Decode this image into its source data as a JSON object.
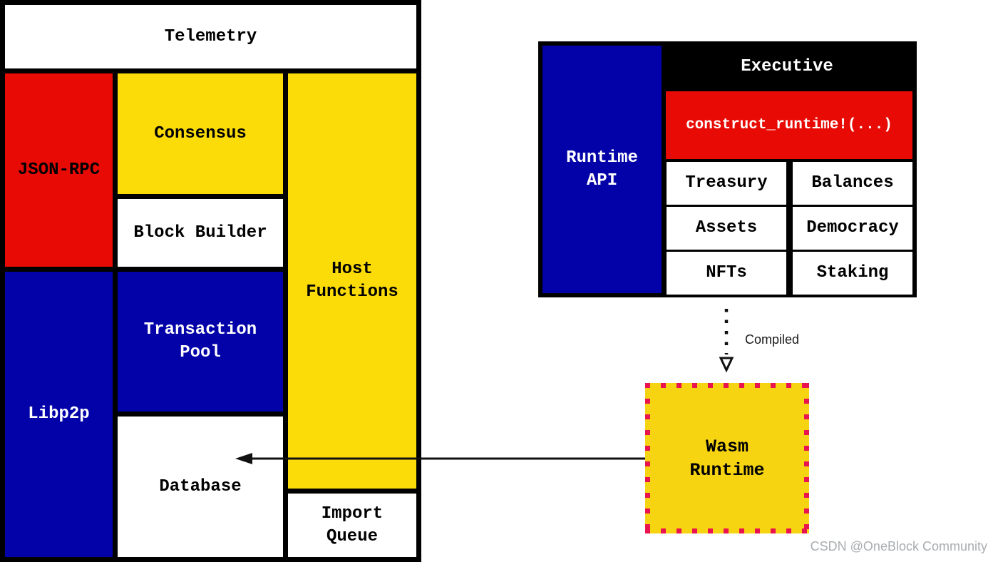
{
  "node_diagram": {
    "telemetry": "Telemetry",
    "json_rpc": "JSON-RPC",
    "consensus": "Consensus",
    "block_builder": "Block Builder",
    "host_functions": "Host Functions",
    "libp2p": "Libp2p",
    "transaction_pool": "Transaction Pool",
    "database": "Database",
    "import_queue": "Import Queue"
  },
  "runtime_diagram": {
    "runtime_api": "Runtime API",
    "executive": "Executive",
    "construct_runtime": "construct_runtime!(...)",
    "pallets": [
      "Treasury",
      "Balances",
      "Assets",
      "Democracy",
      "NFTs",
      "Staking"
    ]
  },
  "wasm": {
    "label": "Wasm Runtime",
    "compiled_label": "Compiled"
  },
  "watermark": "CSDN @OneBlock Community",
  "colors": {
    "red": "#e80a04",
    "blue": "#0202a8",
    "yellow": "#fbdc09",
    "wasm_yellow": "#f6d412",
    "border_black": "#000000",
    "wasm_dot_pink": "#e8134f",
    "watermark_gray": "#a9adb0"
  }
}
